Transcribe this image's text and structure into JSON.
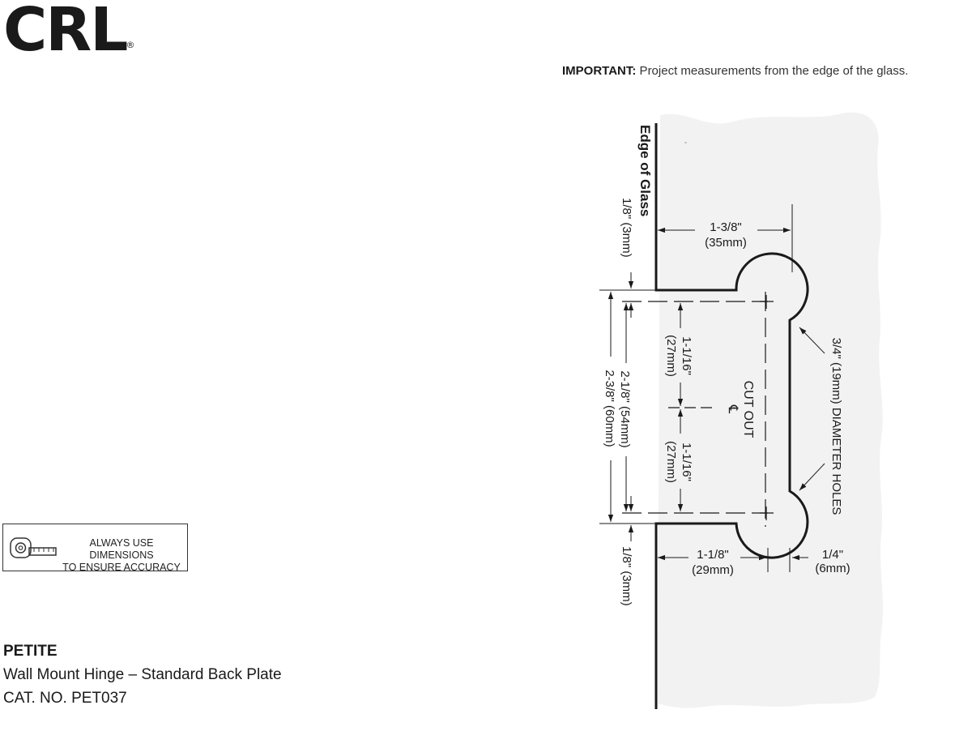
{
  "brand": {
    "logo_text": "CRL",
    "registered_mark": "®"
  },
  "notice": {
    "label": "IMPORTANT:",
    "text": " Project measurements from the edge of the glass."
  },
  "accuracy_box": {
    "line1": "ALWAYS USE DIMENSIONS",
    "line2": "TO ENSURE ACCURACY",
    "icon": "tape-measure-icon"
  },
  "product": {
    "name": "PETITE",
    "description": "Wall Mount Hinge – Standard Back Plate",
    "catalog": "CAT. NO. PET037"
  },
  "diagram": {
    "edge_label": "Edge of Glass",
    "top_offset": "1/8\" (3mm)",
    "bottom_offset": "1/8\" (3mm)",
    "depth": {
      "line1": "1-3/8\"",
      "line2": "(35mm)"
    },
    "overall_height": "2-3/8\" (60mm)",
    "hole_spacing": "2-1/8\" (54mm)",
    "upper_half": {
      "line1": "1-1/16\"",
      "line2": "(27mm)"
    },
    "lower_half": {
      "line1": "1-1/16\"",
      "line2": "(27mm)"
    },
    "cutout": "CUT OUT",
    "centerline_symbol": "℄",
    "hole_note": "3/4\" (19mm) DIAMETER HOLES",
    "hole_center": {
      "line1": "1-1/8\"",
      "line2": "(29mm)"
    },
    "hole_edge": {
      "line1": "1/4\"",
      "line2": "(6mm)"
    }
  }
}
